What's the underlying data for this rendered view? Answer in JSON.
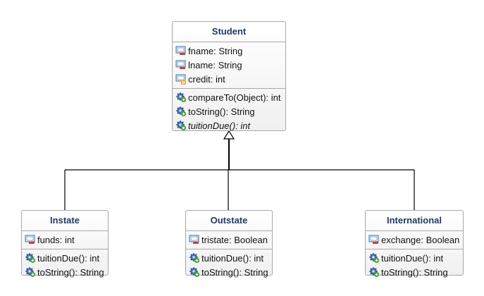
{
  "classes": {
    "student": {
      "name": "Student",
      "fields": [
        {
          "text": "fname: String",
          "visibility": "private"
        },
        {
          "text": "lname: String",
          "visibility": "private"
        },
        {
          "text": "credit: int",
          "visibility": "protected"
        }
      ],
      "methods": [
        {
          "text": "compareTo(Object): int",
          "visibility": "public",
          "abstract": false
        },
        {
          "text": "toString(): String",
          "visibility": "public",
          "abstract": false
        },
        {
          "text": "tuitionDue(): int",
          "visibility": "public",
          "abstract": true
        }
      ]
    },
    "instate": {
      "name": "Instate",
      "fields": [
        {
          "text": "funds: int",
          "visibility": "private"
        }
      ],
      "methods": [
        {
          "text": "tuitionDue(): int",
          "visibility": "public"
        },
        {
          "text": "toString(): String",
          "visibility": "public"
        }
      ]
    },
    "outstate": {
      "name": "Outstate",
      "fields": [
        {
          "text": "tristate: Boolean",
          "visibility": "private"
        }
      ],
      "methods": [
        {
          "text": "tuitionDue(): int",
          "visibility": "public"
        },
        {
          "text": "toString(): String",
          "visibility": "public"
        }
      ]
    },
    "international": {
      "name": "International",
      "fields": [
        {
          "text": "exchange: Boolean",
          "visibility": "private"
        }
      ],
      "methods": [
        {
          "text": "tuitionDue(): int",
          "visibility": "public"
        },
        {
          "text": "toString(): String",
          "visibility": "public"
        }
      ]
    }
  },
  "icons": {
    "private_field": "field-private-icon",
    "protected_field": "field-protected-icon",
    "public_method": "method-public-icon"
  },
  "colors": {
    "title_text": "#1f3a66",
    "border": "#a8a8a8"
  }
}
